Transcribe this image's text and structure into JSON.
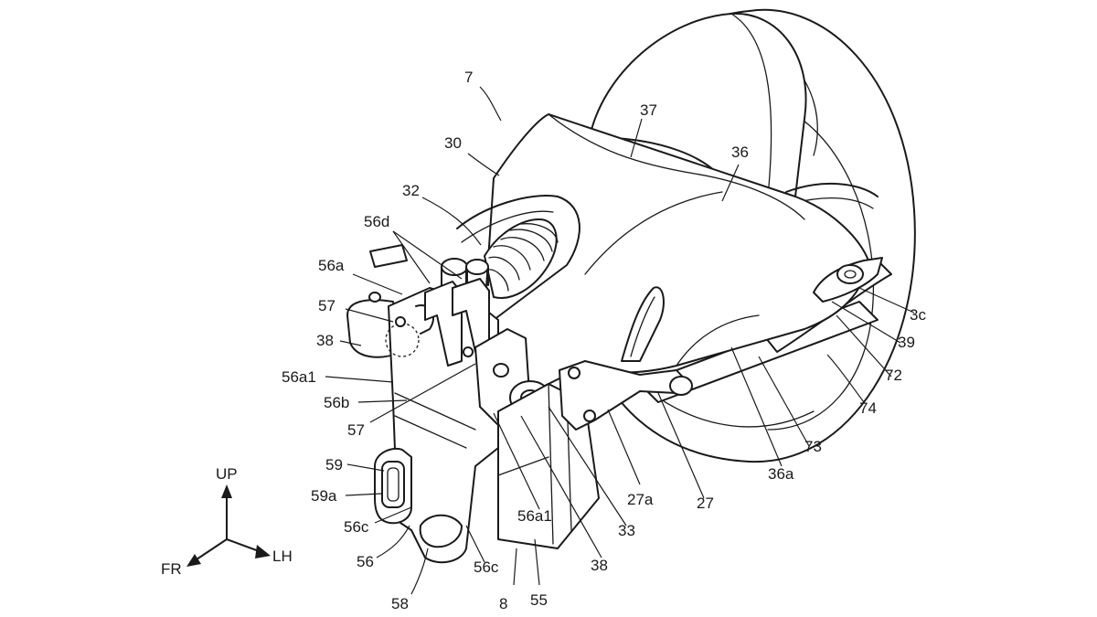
{
  "labels": [
    {
      "id": "l7",
      "text": "7"
    },
    {
      "id": "l30",
      "text": "30"
    },
    {
      "id": "l37",
      "text": "37"
    },
    {
      "id": "l36",
      "text": "36"
    },
    {
      "id": "l32",
      "text": "32"
    },
    {
      "id": "l56d",
      "text": "56d"
    },
    {
      "id": "l56a",
      "text": "56a"
    },
    {
      "id": "l57a",
      "text": "57"
    },
    {
      "id": "l38a",
      "text": "38"
    },
    {
      "id": "l56a1a",
      "text": "56a1"
    },
    {
      "id": "l56b",
      "text": "56b"
    },
    {
      "id": "l57b",
      "text": "57"
    },
    {
      "id": "l59",
      "text": "59"
    },
    {
      "id": "l59a",
      "text": "59a"
    },
    {
      "id": "l56ca",
      "text": "56c"
    },
    {
      "id": "l56",
      "text": "56"
    },
    {
      "id": "l58",
      "text": "58"
    },
    {
      "id": "l56cb",
      "text": "56c"
    },
    {
      "id": "l8",
      "text": "8"
    },
    {
      "id": "l55",
      "text": "55"
    },
    {
      "id": "l38b",
      "text": "38"
    },
    {
      "id": "l56a1b",
      "text": "56a1"
    },
    {
      "id": "l33",
      "text": "33"
    },
    {
      "id": "l27a",
      "text": "27a"
    },
    {
      "id": "l27",
      "text": "27"
    },
    {
      "id": "l36a",
      "text": "36a"
    },
    {
      "id": "l73",
      "text": "73"
    },
    {
      "id": "l74",
      "text": "74"
    },
    {
      "id": "l72",
      "text": "72"
    },
    {
      "id": "l39",
      "text": "39"
    },
    {
      "id": "l3c",
      "text": "3c"
    }
  ],
  "axes": {
    "up": "UP",
    "fr": "FR",
    "lh": "LH"
  }
}
